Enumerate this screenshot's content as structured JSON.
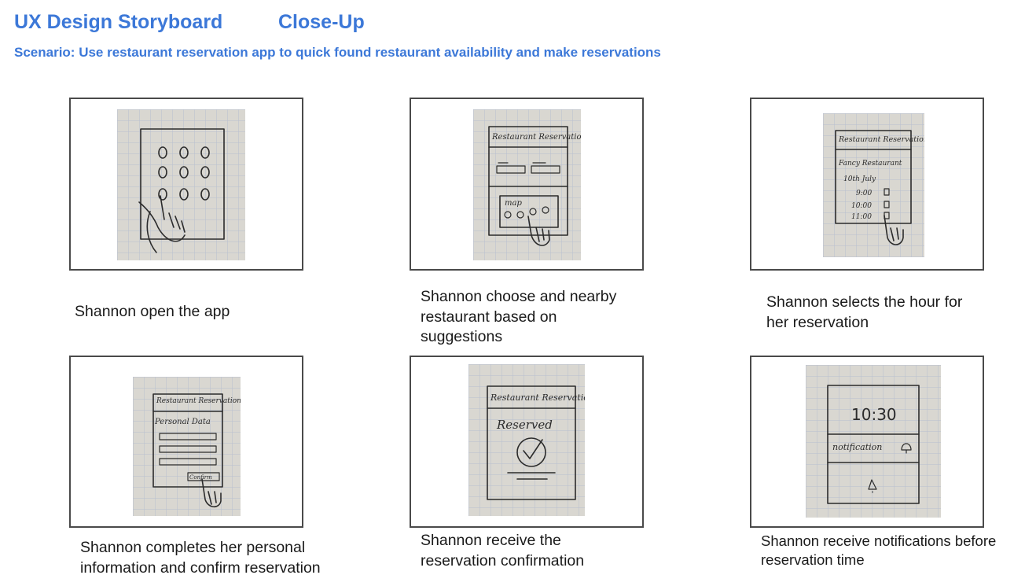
{
  "header": {
    "title": "UX Design Storyboard",
    "subtitle": "Close-Up",
    "scenario": "Scenario: Use restaurant reservation app to quick found restaurant availability and make reservations"
  },
  "colors": {
    "accent": "#3c78d8",
    "frame_border": "#4a4a4a",
    "paper": "#d9d7d1",
    "grid": "#b7bfd0"
  },
  "panels": [
    {
      "caption": "Shannon open the app"
    },
    {
      "caption": "Shannon choose and nearby restaurant based on suggestions",
      "sketch": {
        "header": "Restaurant Reservation",
        "map_label": "map"
      }
    },
    {
      "caption": "Shannon selects the hour for her reservation",
      "sketch": {
        "header": "Restaurant Reservation",
        "restaurant": "Fancy Restaurant",
        "date": "10th July",
        "times": [
          "9:00",
          "10:00",
          "11:00"
        ]
      }
    },
    {
      "caption": "Shannon completes her personal information and confirm reservation",
      "sketch": {
        "header": "Restaurant Reservation",
        "section": "Personal Data",
        "button": "Confirm"
      }
    },
    {
      "caption": "Shannon receive the reservation confirmation",
      "sketch": {
        "header": "Restaurant Reservation",
        "status": "Reserved"
      }
    },
    {
      "caption": "Shannon receive notifications before reservation time",
      "sketch": {
        "time": "10:30",
        "notification": "notification"
      }
    }
  ]
}
